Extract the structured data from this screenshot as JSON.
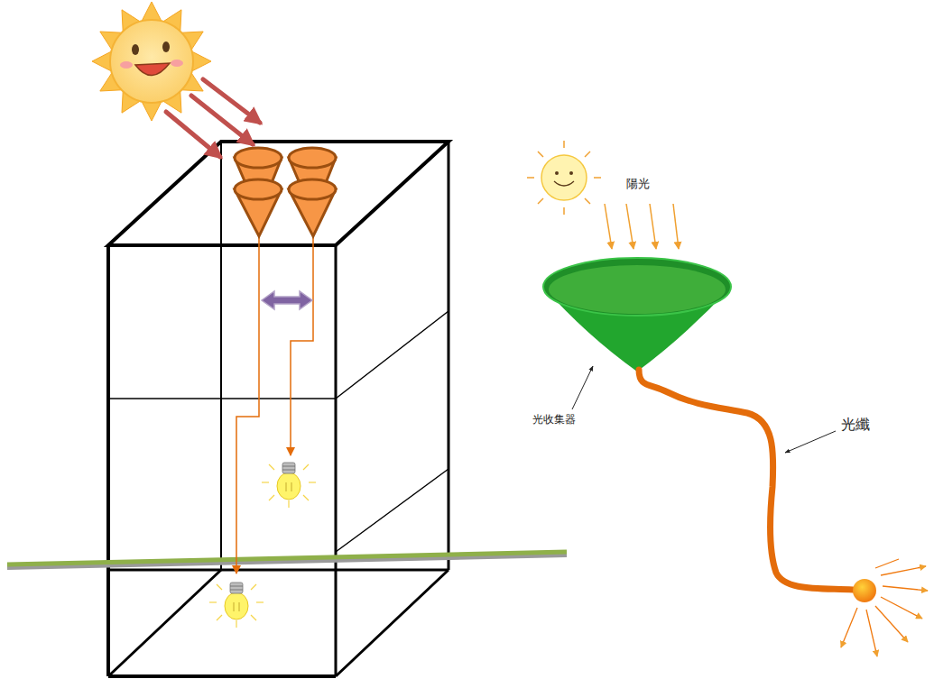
{
  "diagram": {
    "labels": [
      "陽光",
      "光收集器",
      "光纖"
    ]
  }
}
